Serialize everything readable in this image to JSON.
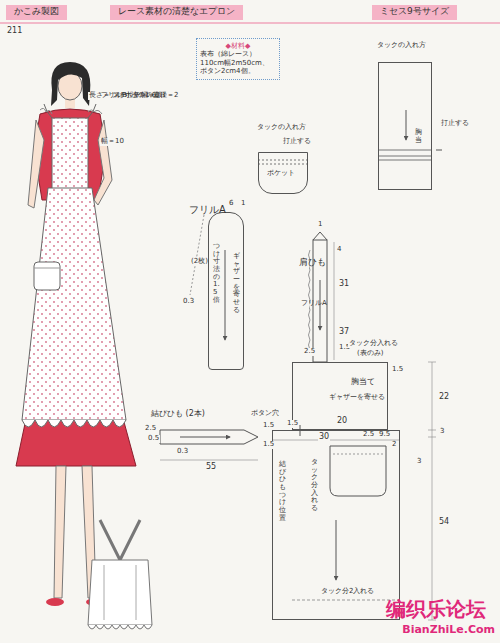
{
  "diagram": {
    "nodes": [
      {
        "text": [
          "かこみ製図"
        ]
      },
      {
        "text": [
          "レース素材の清楚なエプロン"
        ]
      },
      {
        "text": [
          "ミセス9号サイズ"
        ]
      },
      {
        "text": [
          "◆材料◆",
          "表布（綿レース） 110cm幅2m50cm、 ボタン2cm4個。"
        ]
      },
      {
        "text": [
          "ポケット"
        ]
      },
      {
        "text": [
          "胸当"
        ]
      },
      {
        "text": [
          "つけ寸法の1.5倍",
          "ギャザーを寄せる"
        ]
      },
      {
        "text": [
          "胸当て",
          "ギャザーを寄せる"
        ]
      },
      {
        "text": [
          "タック分入れる",
          "結びひもつけ位置",
          "タック分2入れる"
        ]
      }
    ],
    "labels": [
      "211",
      "ボタンの直径＝2",
      "ステッチ幅＝0.1",
      "フリルB",
      "幅＝10",
      "長さ＝つけ寸法の1.6倍",
      "タックの入れ方",
      "打止する",
      "タックの入れ方",
      "打止する",
      "6",
      "1",
      "0.3",
      "フリルA",
      "(2枚)",
      "肩ひも",
      "1",
      "4",
      "31",
      "37",
      "1.5",
      "2.5",
      "フリルA",
      "タック分入れる",
      "(表のみ)",
      "ボタン穴",
      "1.5",
      "30",
      "20",
      "2.5",
      "9.5",
      "2",
      "1.5",
      "22",
      "3",
      "54",
      "3",
      "結びひも (2本)",
      "2.5",
      "0.5",
      "1.5",
      "1.5",
      "0.3",
      "55",
      "编织乐论坛",
      "BianZhiLe.Com"
    ]
  }
}
